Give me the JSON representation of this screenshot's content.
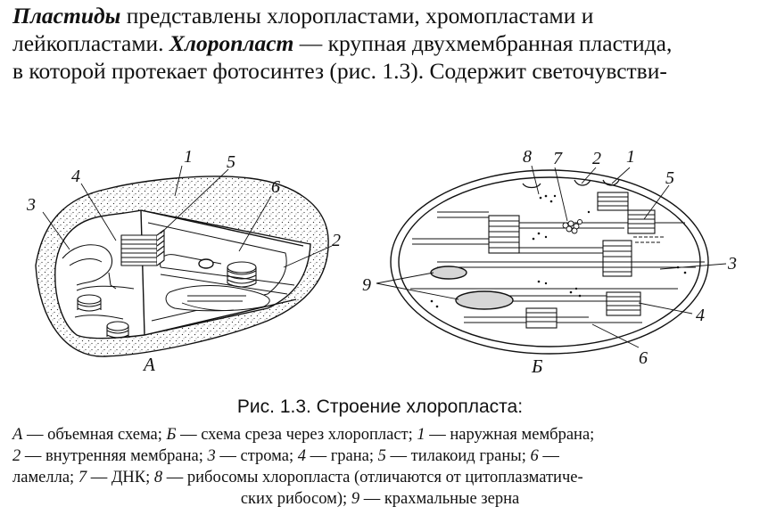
{
  "paragraph": {
    "line1": {
      "term1": "Пластиды",
      "text1": " представлены хлоропластами, хромопластами и"
    },
    "line2": {
      "text1": "лейкопластами. ",
      "term2": "Хлоропласт",
      "text2": " — крупная двухмембранная пластида,"
    },
    "line3": {
      "text1": "в которой протекает фотосинтез (рис. 1.3). Содержит светочувстви-"
    }
  },
  "figure": {
    "panel_a": {
      "letter": "А",
      "labels": {
        "l1": "1",
        "l2": "2",
        "l3": "3",
        "l4": "4",
        "l5": "5",
        "l6": "6"
      }
    },
    "panel_b": {
      "letter": "Б",
      "labels": {
        "l1": "1",
        "l2": "2",
        "l3": "3",
        "l4": "4",
        "l5": "5",
        "l6": "6",
        "l7": "7",
        "l8": "8",
        "l9": "9"
      }
    }
  },
  "caption": {
    "title": "Рис. 1.3. Строение хлоропласта:",
    "legend": {
      "line1": {
        "a": "А",
        "a_text": " — объемная схема; ",
        "b": "Б",
        "b_text": " — схема среза через хлоропласт; ",
        "n1": "1",
        "t1": " — наружная мембрана;"
      },
      "line2": {
        "n2": "2",
        "t2": " — внутренняя мембрана; ",
        "n3": "3",
        "t3": " — строма; ",
        "n4": "4",
        "t4": " — грана; ",
        "n5": "5",
        "t5": " — тилакоид граны; ",
        "n6": "6",
        "t6": " —"
      },
      "line3": {
        "t6b": "ламелла; ",
        "n7": "7",
        "t7": " — ДНК; ",
        "n8": "8",
        "t8": " — рибосомы хлоропласта (отличаются от цитоплазматиче-"
      },
      "line4": {
        "t8b": "ских рибосом); ",
        "n9": "9",
        "t9": " — крахмальные зерна"
      }
    }
  }
}
